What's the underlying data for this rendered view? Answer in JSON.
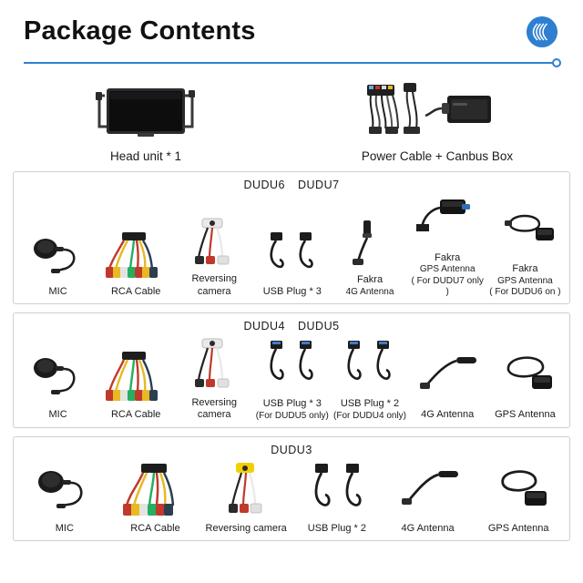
{
  "header": {
    "title": "Package Contents",
    "logo_icon": "brand-disc-icon",
    "accent_color": "#2f7fd0"
  },
  "top_items": [
    {
      "icon": "head-unit-icon",
      "caption": "Head unit * 1"
    },
    {
      "icon": "power-cable-canbus-icon",
      "caption": "Power Cable + Canbus Box"
    }
  ],
  "groups": [
    {
      "title_a": "DUDU6",
      "title_b": "DUDU7",
      "title": "DUDU6  DUDU7",
      "items": [
        {
          "icon": "mic-icon",
          "caption": "MIC",
          "sub": ""
        },
        {
          "icon": "rca-cable-icon",
          "caption": "RCA Cable",
          "sub": ""
        },
        {
          "icon": "reversing-camera-icon",
          "caption": "Reversing camera",
          "sub": ""
        },
        {
          "icon": "usb-plug-icon",
          "caption": "USB Plug * 3",
          "sub": ""
        },
        {
          "icon": "fakra-4g-antenna-icon",
          "caption": "Fakra",
          "sub": "4G Antenna"
        },
        {
          "icon": "fakra-gps-antenna-icon",
          "caption": "Fakra",
          "sub": "GPS Antenna",
          "note": "( For DUDU7 only )"
        },
        {
          "icon": "gps-antenna-icon",
          "caption": "Fakra",
          "sub": "GPS Antenna",
          "note": "( For DUDU6 on )"
        }
      ]
    },
    {
      "title_a": "DUDU4",
      "title_b": "DUDU5",
      "title": "DUDU4  DUDU5",
      "items": [
        {
          "icon": "mic-icon",
          "caption": "MIC",
          "sub": ""
        },
        {
          "icon": "rca-cable-icon",
          "caption": "RCA Cable",
          "sub": ""
        },
        {
          "icon": "reversing-camera-icon",
          "caption": "Reversing camera",
          "sub": ""
        },
        {
          "icon": "usb-plug-icon",
          "caption": "USB Plug * 3",
          "sub": "(For DUDU5 only)"
        },
        {
          "icon": "usb-plug-icon",
          "caption": "USB Plug * 2",
          "sub": "(For DUDU4 only)"
        },
        {
          "icon": "4g-antenna-icon",
          "caption": "4G Antenna",
          "sub": ""
        },
        {
          "icon": "gps-antenna-icon",
          "caption": "GPS Antenna",
          "sub": ""
        }
      ]
    },
    {
      "title_a": "DUDU3",
      "title_b": "",
      "title": "DUDU3",
      "items": [
        {
          "icon": "mic-icon",
          "caption": "MIC",
          "sub": ""
        },
        {
          "icon": "rca-cable-icon",
          "caption": "RCA Cable",
          "sub": ""
        },
        {
          "icon": "reversing-camera-icon",
          "caption": "Reversing camera",
          "sub": ""
        },
        {
          "icon": "usb-plug-icon",
          "caption": "USB Plug * 2",
          "sub": ""
        },
        {
          "icon": "4g-antenna-icon",
          "caption": "4G Antenna",
          "sub": ""
        },
        {
          "icon": "gps-antenna-icon",
          "caption": "GPS Antenna",
          "sub": ""
        }
      ]
    }
  ]
}
